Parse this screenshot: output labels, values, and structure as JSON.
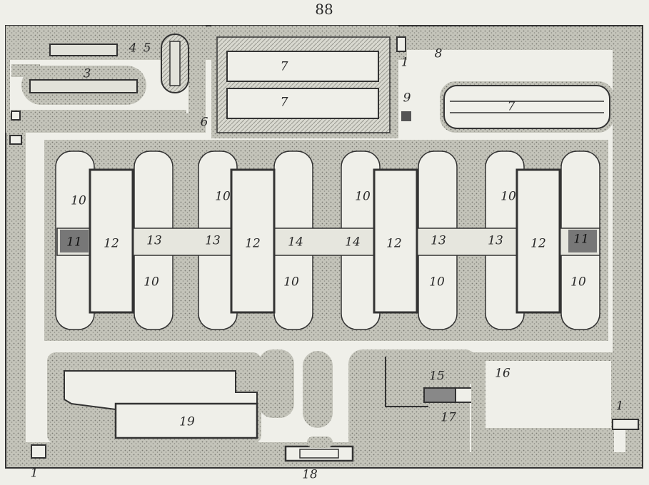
{
  "page_number": "88",
  "colors": {
    "paper": "#efefe9",
    "ink": "#333333",
    "stipple": "#bdbdb3",
    "shade": "#c9c9c0"
  },
  "labels": {
    "l1": "1",
    "l3": "3",
    "l4": "4",
    "l5": "5",
    "l6": "6",
    "l7": "7",
    "l8": "8",
    "l9": "9",
    "l10": "10",
    "l11": "11",
    "l12": "12",
    "l13": "13",
    "l14": "14",
    "l15": "15",
    "l16": "16",
    "l17": "17",
    "l18": "18",
    "l19": "19"
  }
}
